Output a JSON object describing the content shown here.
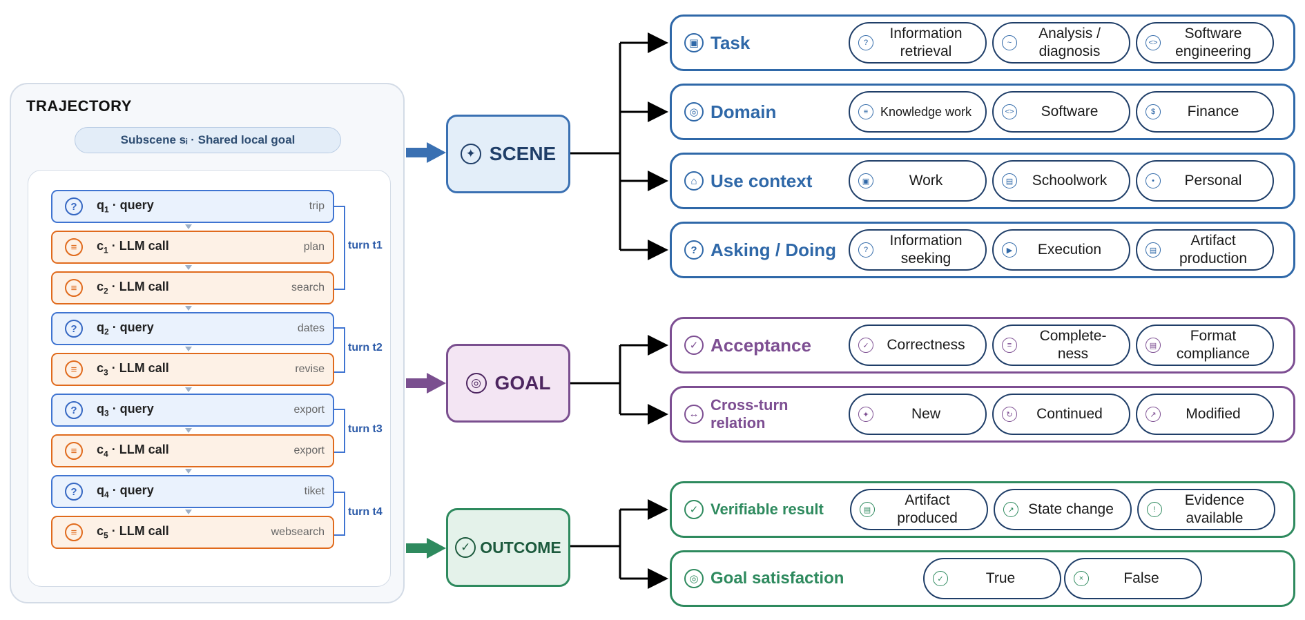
{
  "trajectory": {
    "title": "TRAJECTORY",
    "subscene": "Subscene sᵢ  ·  Shared local goal",
    "steps": [
      {
        "id": "q",
        "sub": "1",
        "kind": "query",
        "label": " · query",
        "tag": "trip"
      },
      {
        "id": "c",
        "sub": "1",
        "kind": "llm",
        "label": " · LLM call",
        "tag": "plan"
      },
      {
        "id": "c",
        "sub": "2",
        "kind": "llm",
        "label": " · LLM call",
        "tag": "search"
      },
      {
        "id": "q",
        "sub": "2",
        "kind": "query",
        "label": " · query",
        "tag": "dates"
      },
      {
        "id": "c",
        "sub": "3",
        "kind": "llm",
        "label": " · LLM call",
        "tag": "revise"
      },
      {
        "id": "q",
        "sub": "3",
        "kind": "query",
        "label": " · query",
        "tag": "export"
      },
      {
        "id": "c",
        "sub": "4",
        "kind": "llm",
        "label": " · LLM call",
        "tag": "export"
      },
      {
        "id": "q",
        "sub": "4",
        "kind": "query",
        "label": " · query",
        "tag": "tiket"
      },
      {
        "id": "c",
        "sub": "5",
        "kind": "llm",
        "label": " · LLM call",
        "tag": "websearch"
      }
    ],
    "turns": [
      "turn t1",
      "turn t2",
      "turn t3",
      "turn t4"
    ]
  },
  "categories": {
    "scene": "SCENE",
    "goal": "GOAL",
    "outcome": "OUTCOME"
  },
  "dimensions": {
    "task": {
      "label": "Task",
      "options": [
        "Information retrieval",
        "Analysis / diagnosis",
        "Software engineering"
      ]
    },
    "domain": {
      "label": "Domain",
      "options": [
        "Knowledge work",
        "Software",
        "Finance"
      ]
    },
    "use_context": {
      "label": "Use context",
      "options": [
        "Work",
        "Schoolwork",
        "Personal"
      ]
    },
    "asking_doing": {
      "label": "Asking / Doing",
      "options": [
        "Information seeking",
        "Execution",
        "Artifact production"
      ]
    },
    "acceptance": {
      "label": "Acceptance",
      "options": [
        "Correctness",
        "Complete-ness",
        "Format compliance"
      ]
    },
    "cross_turn": {
      "label": "Cross-turn relation",
      "options": [
        "New",
        "Continued",
        "Modified"
      ]
    },
    "verifiable": {
      "label": "Verifiable result",
      "options": [
        "Artifact produced",
        "State change",
        "Evidence available"
      ]
    },
    "goal_sat": {
      "label": "Goal satisfaction",
      "options": [
        "True",
        "False"
      ]
    }
  },
  "colors": {
    "scene": "#2f68a8",
    "goal": "#7d4e92",
    "outcome": "#2e8a5e",
    "query": "#3f74d1",
    "llm": "#e06a1c"
  },
  "icons": [
    "question-icon",
    "list-icon",
    "sparkle-icon",
    "target-icon",
    "check-icon",
    "square-icon",
    "swap-icon"
  ]
}
